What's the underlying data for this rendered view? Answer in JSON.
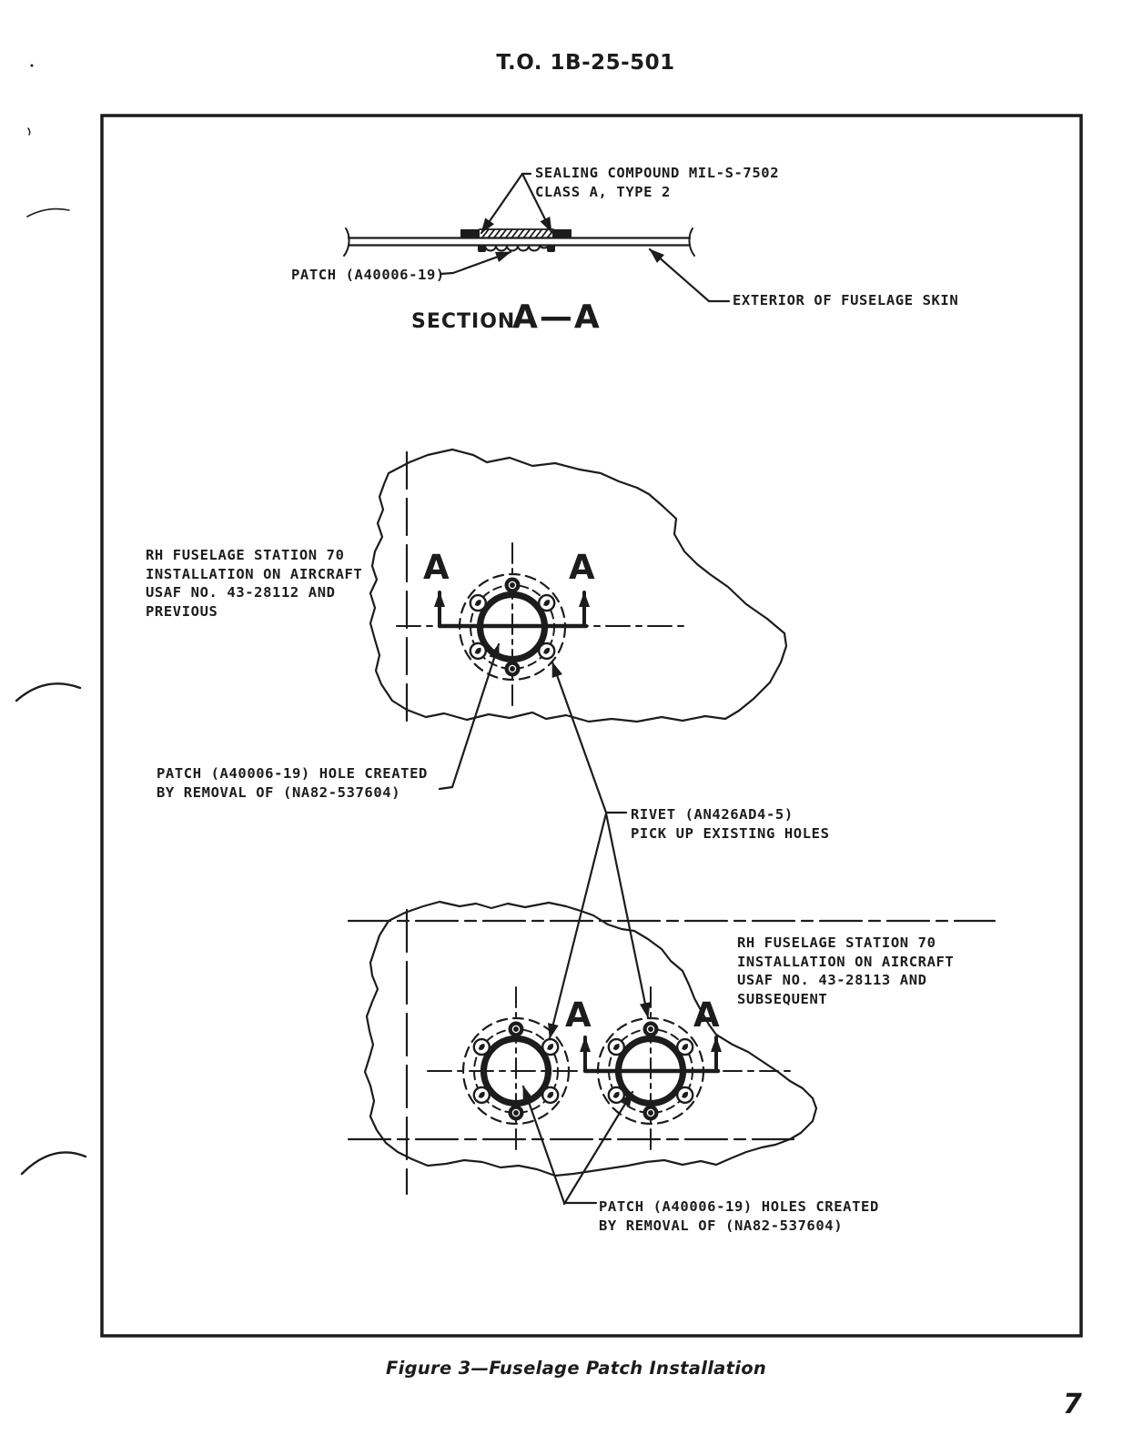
{
  "document": {
    "header": "T.O. 1B-25-501",
    "caption": "Figure 3—Fuselage Patch Installation",
    "page_number": "7"
  },
  "figure": {
    "section_title": "SECTION",
    "section_name": "A—A",
    "section_marker": "A",
    "labels": {
      "sealing_compound": "SEALING COMPOUND MIL-S-7502\nCLASS A, TYPE 2",
      "patch": "PATCH (A40006-19)",
      "exterior_skin": "EXTERIOR OF FUSELAGE SKIN",
      "installation_previous": "RH FUSELAGE STATION 70\nINSTALLATION ON AIRCRAFT\nUSAF NO. 43-28112 AND\nPREVIOUS",
      "patch_hole": "PATCH (A40006-19) HOLE CREATED\nBY REMOVAL OF (NA82-537604)",
      "rivet": "RIVET (AN426AD4-5)\nPICK UP EXISTING HOLES",
      "installation_subsequent": "RH FUSELAGE STATION 70\nINSTALLATION ON AIRCRAFT\nUSAF NO. 43-28113 AND\nSUBSEQUENT",
      "patch_holes": "PATCH (A40006-19) HOLES CREATED\nBY REMOVAL OF (NA82-537604)"
    },
    "colors": {
      "ink": "#1c1c1c",
      "paper": "#ffffff"
    }
  }
}
